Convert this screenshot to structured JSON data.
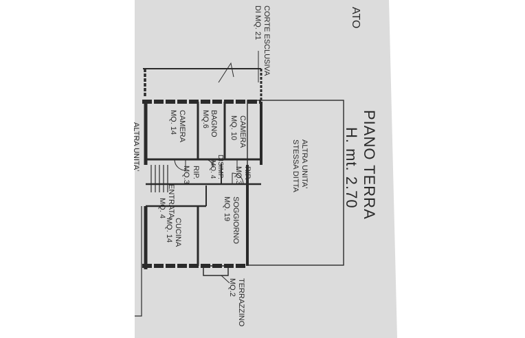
{
  "sheet": {
    "top_text": "ATO",
    "colors": {
      "paper": "#dcdcdc",
      "ink": "#2a2a2a",
      "margin": "#ffffff"
    }
  },
  "title": {
    "line1": "PIANO TERRA",
    "line2": "H. mt. 2.70"
  },
  "other_unit": {
    "line1": "ALTRA UNITA'",
    "line2": "STESSA DITTA"
  },
  "left_side_label": "ALTRA UNITA'",
  "corte": {
    "line1": "CORTE ESCLUSIVA",
    "line2": "DI MQ. 21"
  },
  "terrazzino": {
    "line1": "TERRAZZINO",
    "line2": "MQ.2"
  },
  "rooms": {
    "camera1": {
      "name": "CAMERA",
      "area": "MQ. 14"
    },
    "bagno": {
      "name": "BAGNO",
      "area": "MQ.6"
    },
    "camera2": {
      "name": "CAMERA",
      "area": "MQ. 10"
    },
    "rip1": {
      "name": "RIP.",
      "area": "MQ.3"
    },
    "disimp": {
      "name": "DISIMP.",
      "area": "MQ. 4"
    },
    "rip2": {
      "name": "RIP.",
      "area": "MQ.3"
    },
    "entrata": {
      "name": "ENTRATA",
      "area": "MQ. 4"
    },
    "cucina": {
      "name": "CUCINA",
      "area": "MQ. 14"
    },
    "soggiorno": {
      "name": "SOGGIORNO",
      "area": "MQ. 19"
    }
  }
}
